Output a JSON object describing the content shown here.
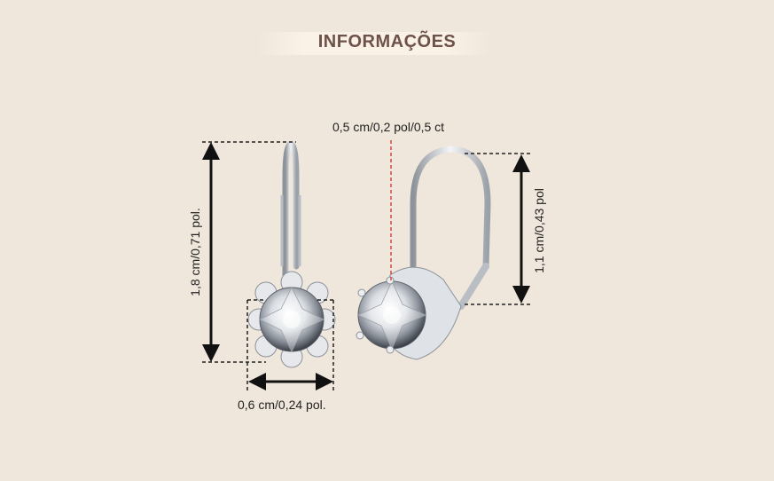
{
  "title": "INFORMAÇÕES",
  "dimensions": {
    "height": "1,8 cm/0,71 pol.",
    "width": "0,6 cm/0,24 pol.",
    "stone": "0,5 cm/0,2 pol/0,5 ct",
    "hook": "1,1 cm/0,43 pol"
  },
  "colors": {
    "background": "#efe6dc",
    "title": "#6e5148",
    "metal": "#c9cdd2",
    "guide_red": "#d0463c"
  }
}
